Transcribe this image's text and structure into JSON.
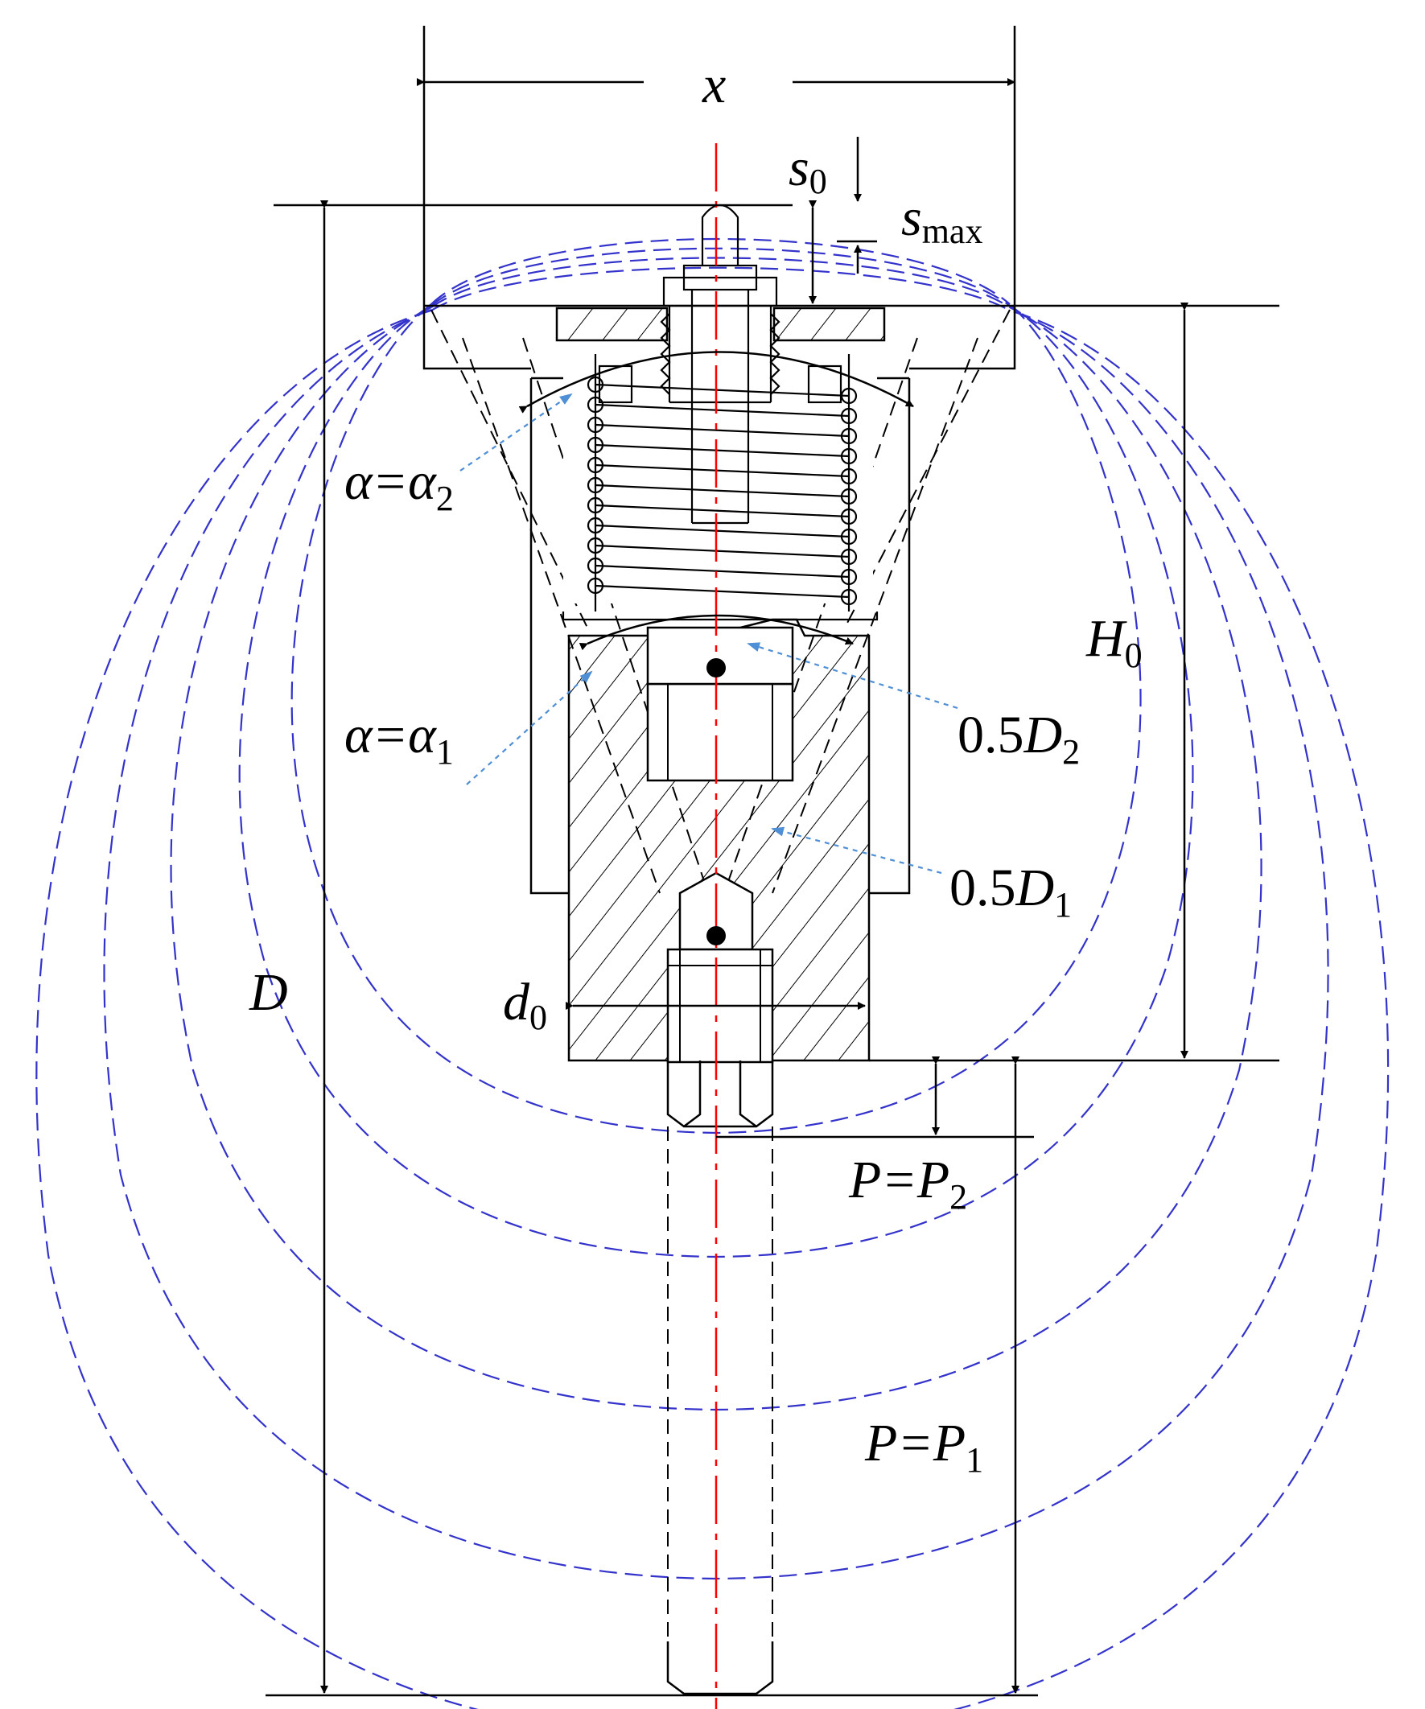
{
  "labels": {
    "x": "x",
    "s0": {
      "base": "s",
      "sub": "0"
    },
    "smax": {
      "base": "s",
      "sub": "max"
    },
    "h0": {
      "base": "H",
      "sub": "0"
    },
    "alpha2": {
      "base": "α=α",
      "sub": "2"
    },
    "alpha1": {
      "base": "α=α",
      "sub": "1"
    },
    "half_d2": {
      "num": "0.5",
      "base": "D",
      "sub": "2"
    },
    "half_d1": {
      "num": "0.5",
      "base": "D",
      "sub": "1"
    },
    "d": "D",
    "d0": {
      "base": "d",
      "sub": "0"
    },
    "p2": {
      "base": "P=P",
      "sub": "2"
    },
    "p1": {
      "base": "P=P",
      "sub": "1"
    }
  },
  "colors": {
    "outline": "#000000",
    "centerline": "#ff0000",
    "spray_envelope": "#3333cc",
    "leader": "#4f8fd6",
    "hatch": "#000000"
  }
}
